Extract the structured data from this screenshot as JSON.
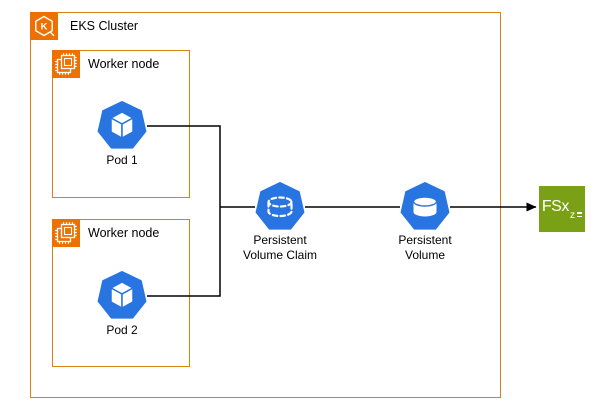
{
  "cluster": {
    "label": "EKS Cluster"
  },
  "worker_nodes": [
    {
      "label": "Worker node",
      "pod_label": "Pod 1"
    },
    {
      "label": "Worker node",
      "pod_label": "Pod 2"
    }
  ],
  "pvc": {
    "line1": "Persistent",
    "line2": "Volume Claim"
  },
  "pv": {
    "line1": "Persistent",
    "line2": "Volume"
  },
  "fsx": {
    "label": "FSx",
    "sub": "z"
  },
  "icons": {
    "cluster_icon": "eks-hexagon-k-icon",
    "cluster_icon_letter": "K",
    "worker_icon": "ec2-chip-icon",
    "pod_icon": "kubernetes-pod-cube-icon",
    "pvc_icon": "kubernetes-dashed-cylinder-icon",
    "pv_icon": "kubernetes-solid-cylinder-icon",
    "fsx_icon": "amazon-fsx-openzfs-icon"
  },
  "colors": {
    "aws_orange": "#ED7100",
    "box_border_orange": "#D9830D",
    "kubernetes_blue": "#2875E2",
    "fsx_green": "#7AA116",
    "connector_black": "#000000"
  }
}
